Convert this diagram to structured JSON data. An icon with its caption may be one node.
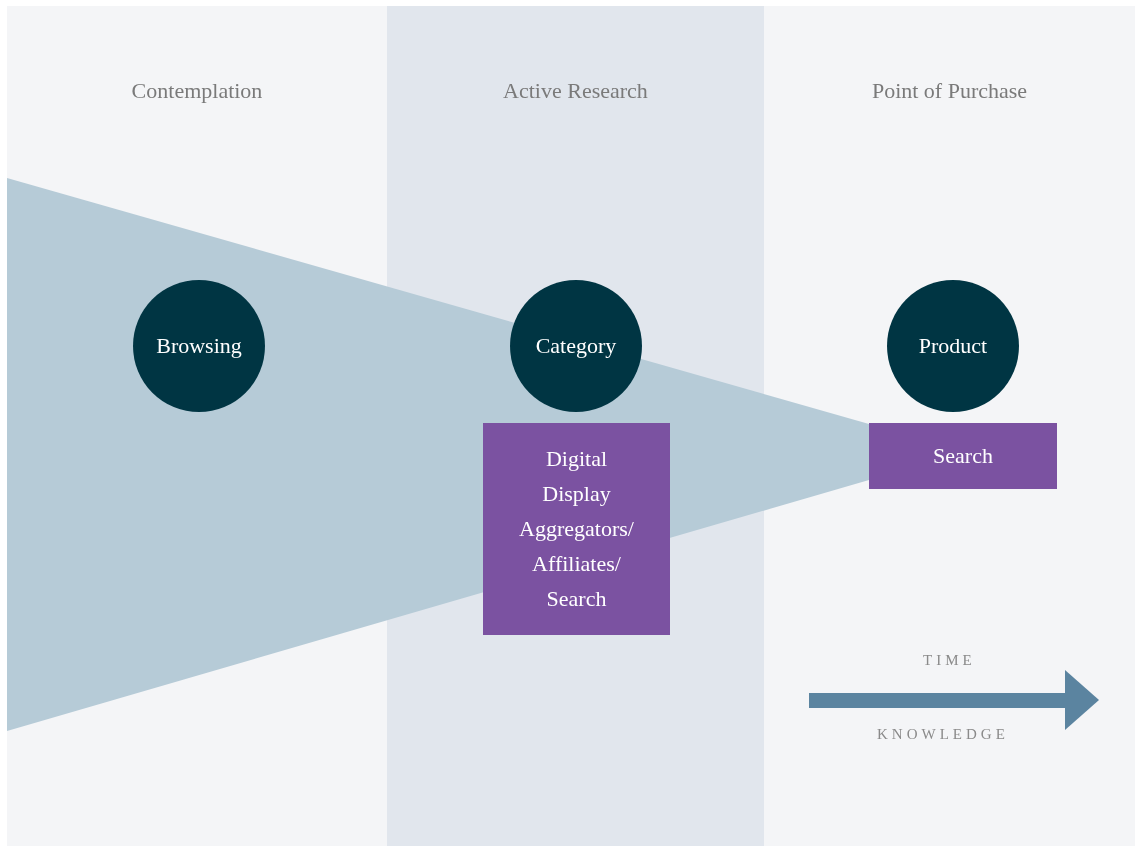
{
  "diagram": {
    "nodes": [
      {
        "text": [
          "Contemplation"
        ]
      },
      {
        "text": [
          "Active Research"
        ]
      },
      {
        "text": [
          "Point of Purchase"
        ]
      },
      {
        "text": [
          "Browsing"
        ],
        "in": 0
      },
      {
        "text": [
          "Category"
        ],
        "in": 1
      },
      {
        "text": [
          "Digital Display Aggregators/ Affiliates/ Search"
        ],
        "in": 1
      },
      {
        "text": [
          "Product"
        ],
        "in": 2
      },
      {
        "text": [
          "Search"
        ],
        "in": 2
      }
    ],
    "labels": [
      "TIME",
      "KNOWLEDGE"
    ]
  }
}
